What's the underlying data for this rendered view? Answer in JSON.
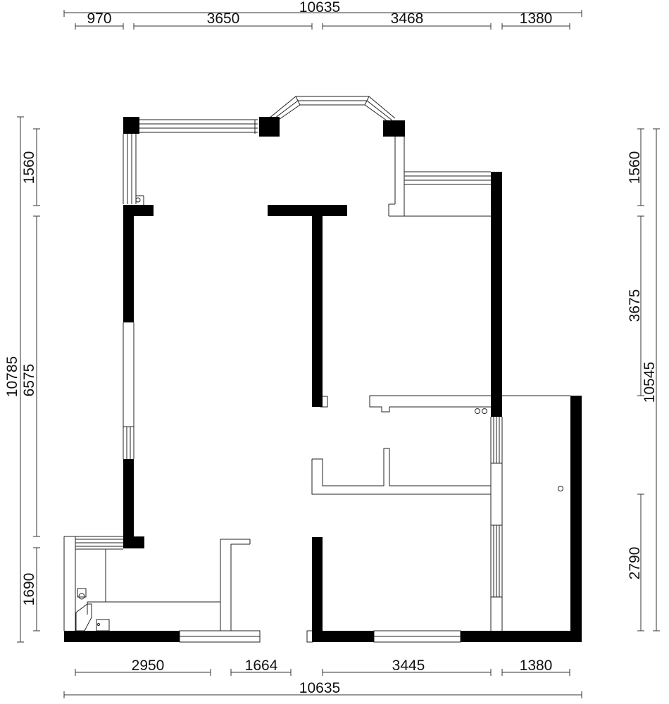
{
  "plan": {
    "dimensions": {
      "top_total": "10635",
      "top_970": "970",
      "top_3650": "3650",
      "top_3468": "3468",
      "top_1380": "1380",
      "bottom_2950": "2950",
      "bottom_1664": "1664",
      "bottom_3445": "3445",
      "bottom_1380": "1380",
      "bottom_total": "10635",
      "left_total": "10785",
      "left_1560": "1560",
      "left_6575": "6575",
      "left_1690": "1690",
      "right_1560": "1560",
      "right_3675": "3675",
      "right_total": "10545",
      "right_2790": "2790"
    },
    "colors": {
      "wall": "#000000",
      "line": "#222222",
      "background": "#ffffff"
    }
  }
}
